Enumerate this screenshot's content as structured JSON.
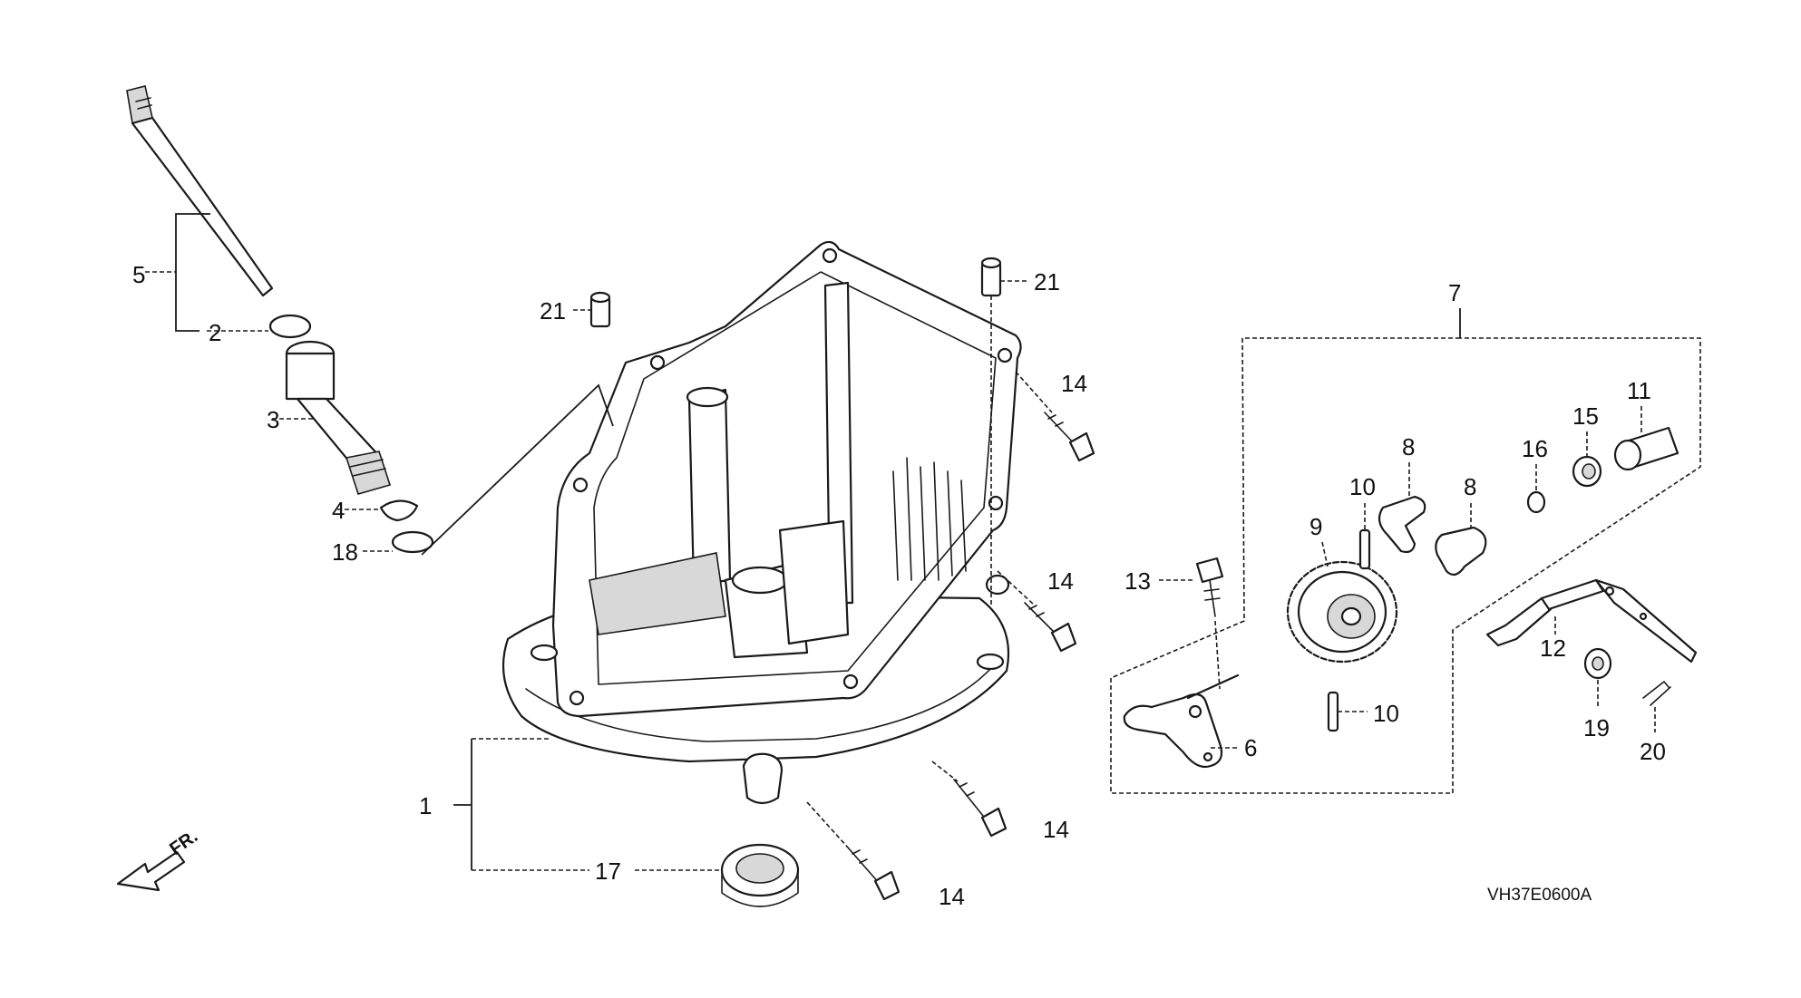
{
  "callouts": {
    "c1": "1",
    "c2": "2",
    "c3": "3",
    "c4": "4",
    "c5": "5",
    "c6": "6",
    "c7": "7",
    "c8a": "8",
    "c8b": "8",
    "c9": "9",
    "c10a": "10",
    "c10b": "10",
    "c11": "11",
    "c12": "12",
    "c13": "13",
    "c14a": "14",
    "c14b": "14",
    "c14c": "14",
    "c14d": "14",
    "c15": "15",
    "c16": "16",
    "c17": "17",
    "c18": "18",
    "c19": "19",
    "c20": "20",
    "c21a": "21",
    "c21b": "21"
  },
  "front_marker": "FR.",
  "diagram_code": "VH37E0600A"
}
